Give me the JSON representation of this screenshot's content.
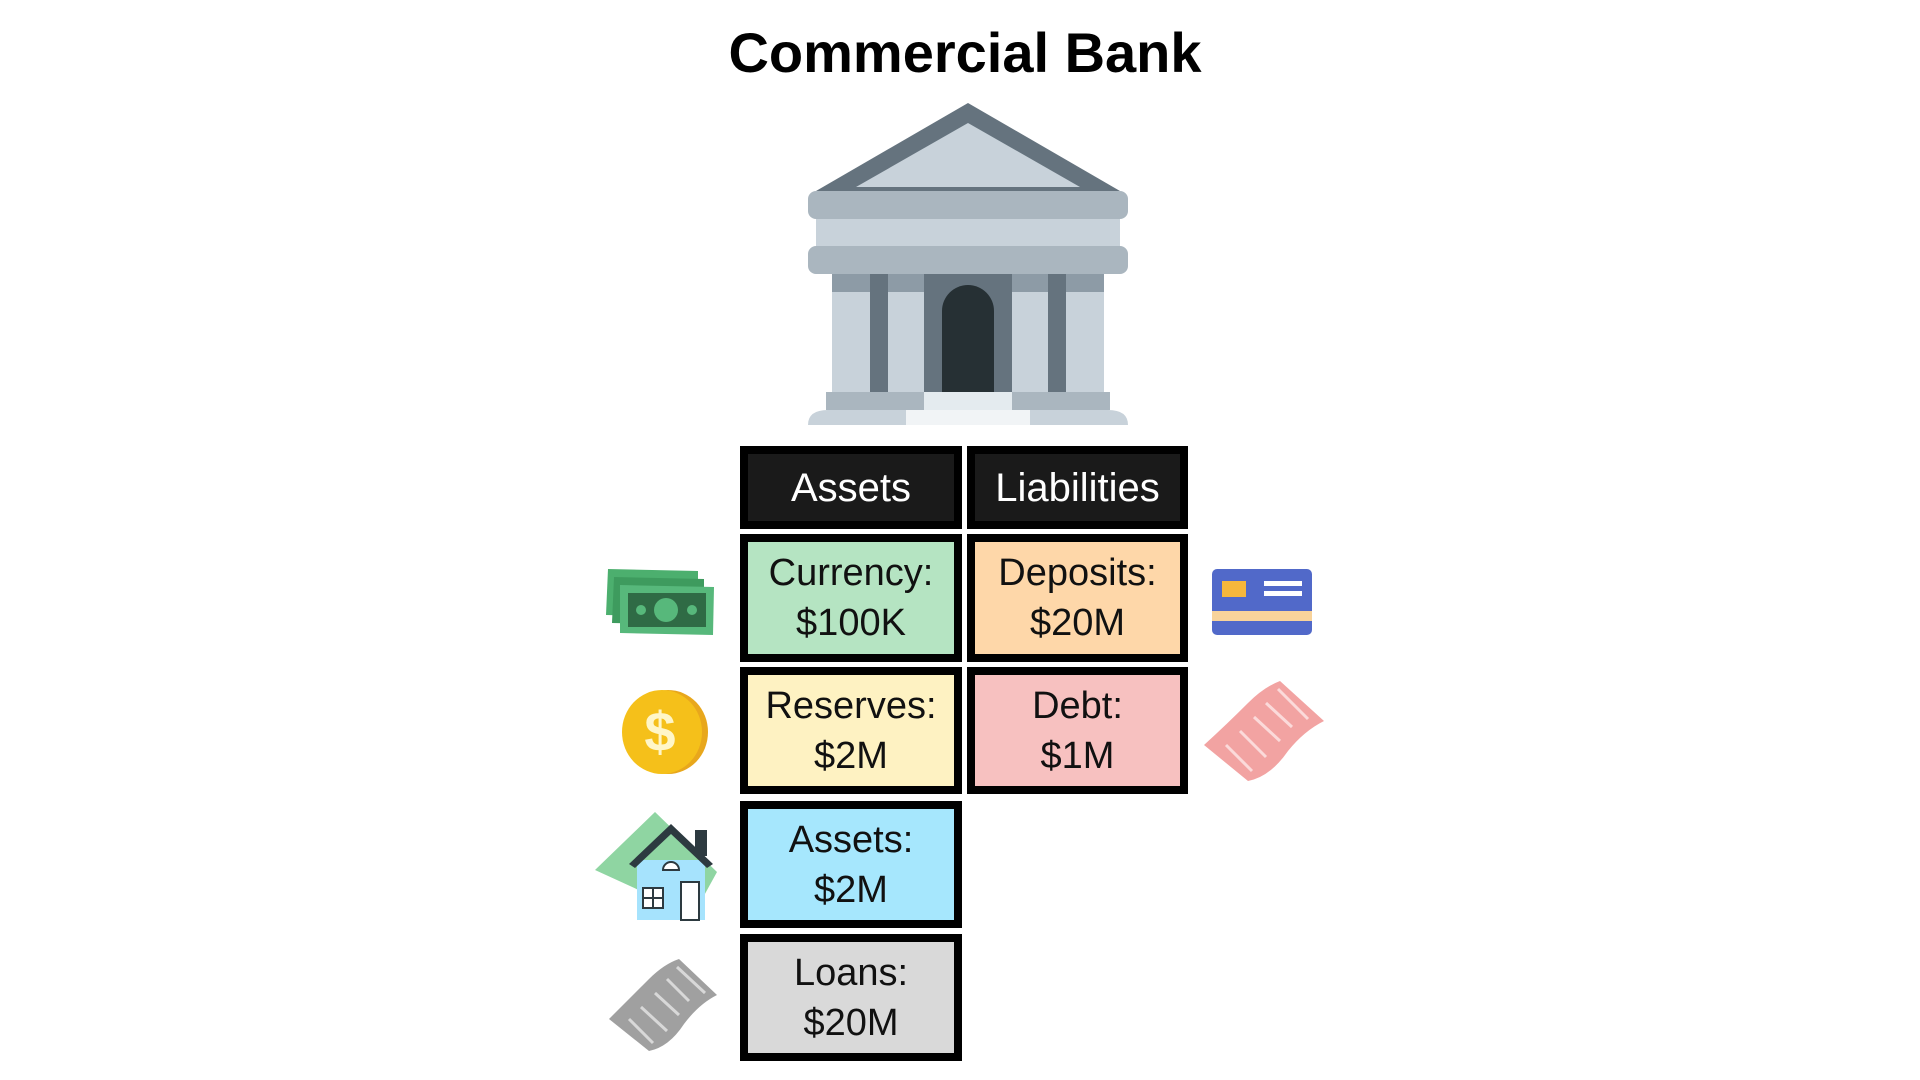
{
  "title": "Commercial Bank",
  "headers": {
    "assets": "Assets",
    "liabilities": "Liabilities"
  },
  "assets": [
    {
      "label": "Currency:",
      "value": "$100K",
      "color": "#b5e4c2",
      "icon": "cash-icon"
    },
    {
      "label": "Reserves:",
      "value": "$2M",
      "color": "#fef2c2",
      "icon": "coin-icon"
    },
    {
      "label": "Assets:",
      "value": "$2M",
      "color": "#a6e7fd",
      "icon": "house-icon"
    },
    {
      "label": "Loans:",
      "value": "$20M",
      "color": "#d9d9d9",
      "icon": "loan-document-icon"
    }
  ],
  "liabilities": [
    {
      "label": "Deposits:",
      "value": "$20M",
      "color": "#fed7a9",
      "icon": "credit-card-icon"
    },
    {
      "label": "Debt:",
      "value": "$1M",
      "color": "#f7c1c0",
      "icon": "debt-document-icon"
    }
  ]
}
